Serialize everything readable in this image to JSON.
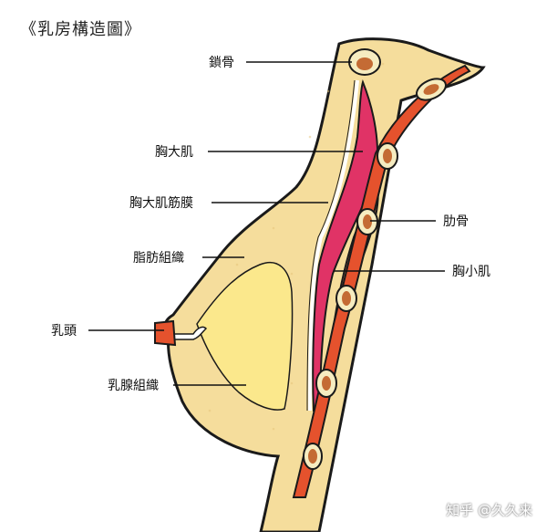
{
  "title": "《乳房構造圖》",
  "labels": {
    "clavicle": "鎖骨",
    "pectoralis_major": "胸大肌",
    "pectoral_fascia": "胸大肌筋膜",
    "fat_tissue": "脂肪組織",
    "nipple": "乳頭",
    "mammary_gland": "乳腺組織",
    "rib": "肋骨",
    "pectoralis_minor": "胸小肌"
  },
  "watermark": "知乎 @久久来",
  "colors": {
    "skin_tissue": "#f5dd9c",
    "gland": "#fbe88c",
    "muscle_major": "#e03366",
    "muscle_minor": "#f28b5e",
    "rib_band": "#e5522d",
    "bone_outer": "#f6ecc0",
    "bone_inner": "#c46b34",
    "outline": "#1a1a1a"
  }
}
